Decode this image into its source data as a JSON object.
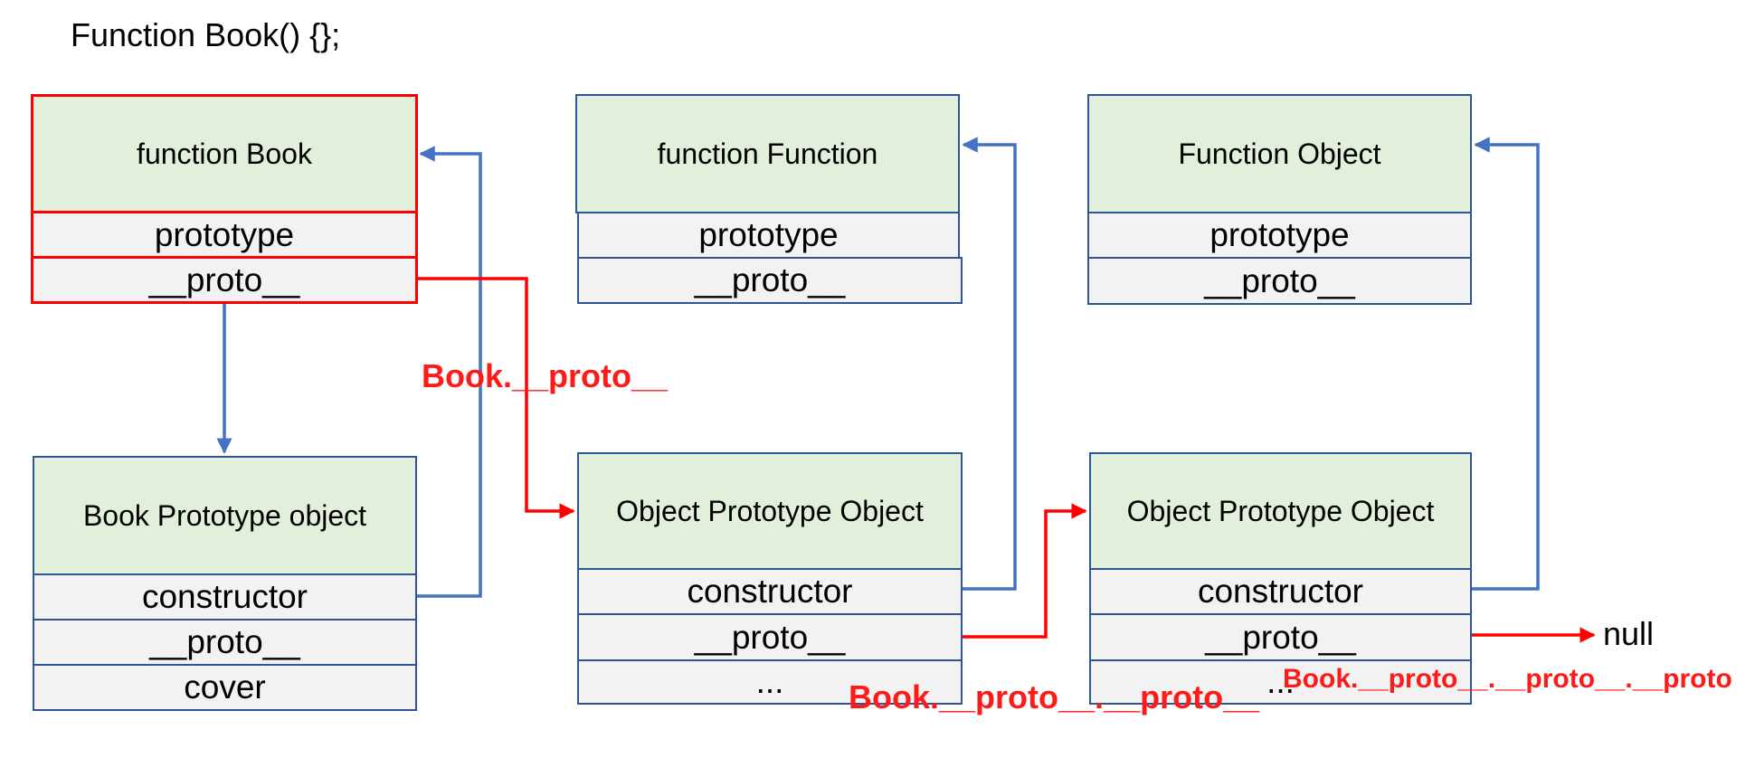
{
  "title": "Function Book() {};",
  "boxes": {
    "book": {
      "header": "function Book",
      "rows": [
        "prototype",
        "__proto__"
      ]
    },
    "function_function": {
      "header": "function Function",
      "rows": [
        "prototype",
        "__proto__"
      ]
    },
    "function_object": {
      "header": "Function Object",
      "rows": [
        "prototype",
        "__proto__"
      ]
    },
    "book_prototype": {
      "header": "Book Prototype object",
      "rows": [
        "constructor",
        "__proto__",
        "cover"
      ]
    },
    "object_prototype_1": {
      "header": "Object Prototype Object",
      "rows": [
        "constructor",
        "__proto__",
        "..."
      ]
    },
    "object_prototype_2": {
      "header": "Object Prototype Object",
      "rows": [
        "constructor",
        "__proto__",
        "..."
      ]
    }
  },
  "labels": {
    "proto1": "Book.__proto__",
    "proto2": "Book.__proto__.__proto__",
    "proto3": "Book.__proto__.__proto__.__proto",
    "null": "null"
  },
  "colors": {
    "blue_arrow": "#4472c4",
    "red_arrow": "#ff0000",
    "header_fill": "#e2efda",
    "row_fill": "#f2f2f2"
  }
}
